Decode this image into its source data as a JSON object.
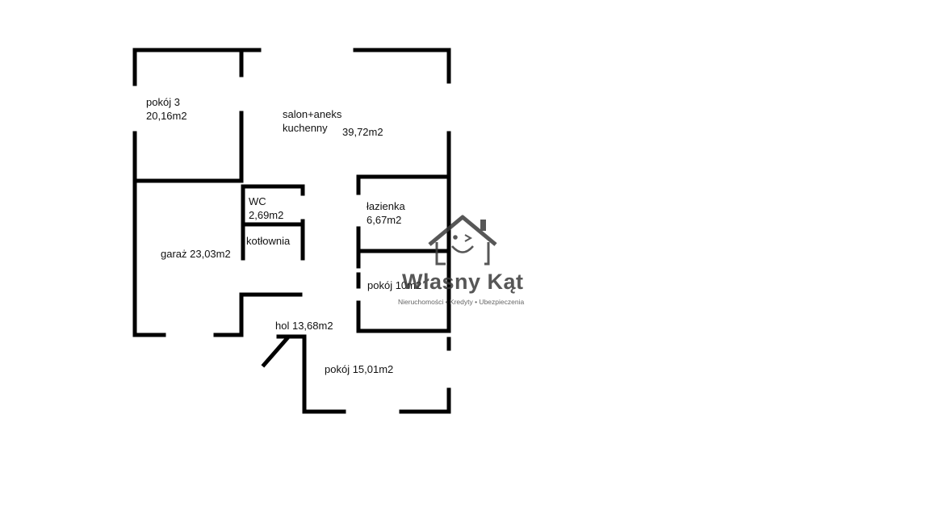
{
  "rooms": {
    "pokoj3_name": "pokój 3",
    "pokoj3_area": "20,16m2",
    "salon_name_line1": "salon+aneks",
    "salon_name_line2": "kuchenny",
    "salon_area": "39,72m2",
    "wc_name": "WC",
    "wc_area": "2,69m2",
    "kotlownia": "kotłownia",
    "lazienka_name": "łazienka",
    "lazienka_area": "6,67m2",
    "garaz": "garaż 23,03m2",
    "pokoj_mid": "pokój 10m2",
    "hol": "hol 13,68m2",
    "pokoj_bottom": "pokój 15,01m2"
  },
  "watermark": {
    "name": "Własny Kąt",
    "tagline": "Nieruchomości • Kredyty • Ubezpieczenia",
    "color": "#3a3a3a"
  }
}
